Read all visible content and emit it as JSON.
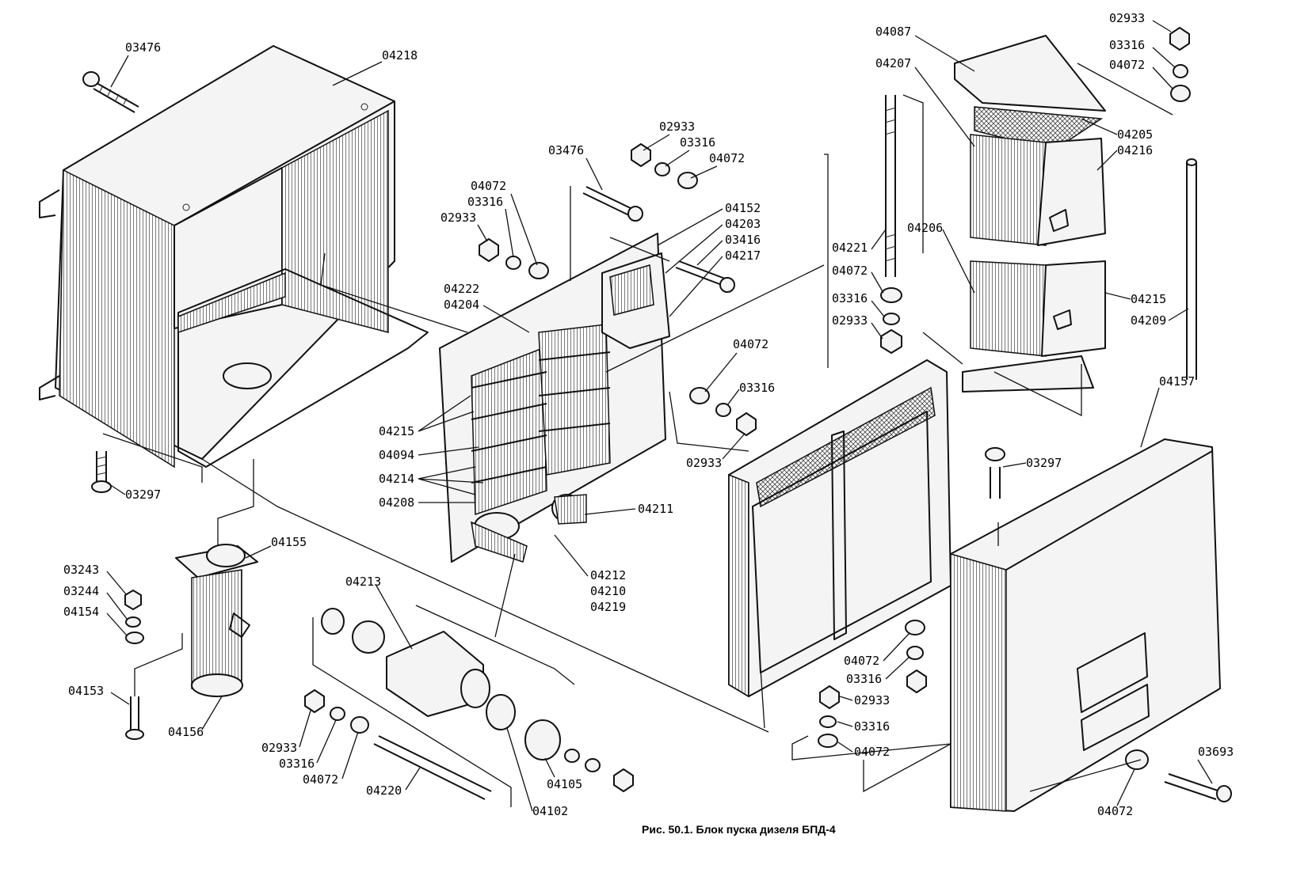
{
  "labels": {
    "l03476a": "03476",
    "l04218": "04218",
    "l03297a": "03297",
    "l04155": "04155",
    "l03243": "03243",
    "l03244": "03244",
    "l04154": "04154",
    "l04153": "04153",
    "l04156": "04156",
    "l04213": "04213",
    "l02933a": "02933",
    "l03316a": "03316",
    "l04072a": "04072",
    "l04220": "04220",
    "l04102": "04102",
    "l04105": "04105",
    "l04072b": "04072",
    "l03316b": "03316",
    "l02933b": "02933",
    "l04222": "04222",
    "l04204": "04204",
    "l04215a": "04215",
    "l04094": "04094",
    "l04214": "04214",
    "l04208": "04208",
    "l04211": "04211",
    "l04212": "04212",
    "l04210": "04210",
    "l04219": "04219",
    "l03476b": "03476",
    "l02933c": "02933",
    "l03316c": "03316",
    "l04072c": "04072",
    "l04152": "04152",
    "l04203": "04203",
    "l03416": "03416",
    "l04217": "04217",
    "l04072d": "04072",
    "l03316d": "03316",
    "l02933d": "02933",
    "l04221": "04221",
    "l04072e": "04072",
    "l03316e": "03316",
    "l02933e": "02933",
    "l04087": "04087",
    "l04207": "04207",
    "l02933f": "02933",
    "l03316f": "03316",
    "l04072f": "04072",
    "l04205": "04205",
    "l04216": "04216",
    "l04206": "04206",
    "l04215b": "04215",
    "l04209": "04209",
    "l04157": "04157",
    "l03297b": "03297",
    "l04072g": "04072",
    "l03316g": "03316",
    "l02933g": "02933",
    "l03316h": "03316",
    "l04072h": "04072",
    "l03693": "03693",
    "l04072i": "04072"
  },
  "caption": "Рис. 50.1. Блок пуска дизеля БПД-4",
  "colors": {
    "ink": "#111111",
    "paper": "#ffffff"
  }
}
